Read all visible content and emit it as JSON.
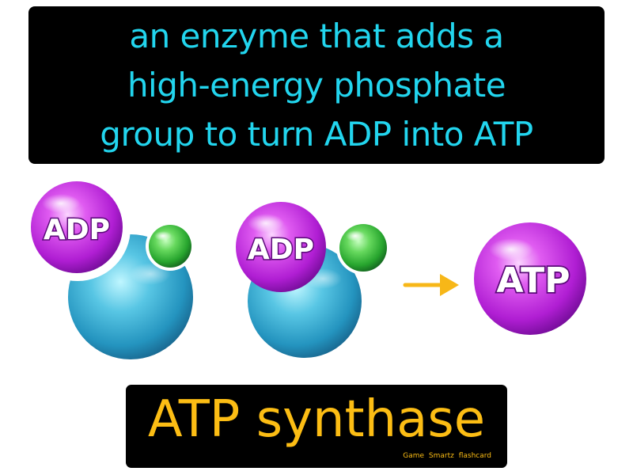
{
  "definition": {
    "lines": [
      "an enzyme that adds a",
      "high-energy phosphate",
      "group to turn ADP into ATP"
    ]
  },
  "illustration": {
    "adp_label": "ADP",
    "atp_label": "ATP"
  },
  "term": "ATP synthase",
  "brand": "Game Smartz flashcard",
  "colors": {
    "definition_text": "#22d5ee",
    "term_text": "#fcbd14",
    "panel_background": "#000000",
    "enzyme_blue": "#1f7fa6",
    "phosphate_green": "#28a52d",
    "molecule_purple": "#b01ed3",
    "arrow": "#f7b718"
  },
  "icons": {
    "enzyme": "blue-sphere-icon",
    "phosphate": "green-sphere-icon",
    "molecule": "purple-sphere-icon",
    "reaction": "right-arrow-icon"
  }
}
